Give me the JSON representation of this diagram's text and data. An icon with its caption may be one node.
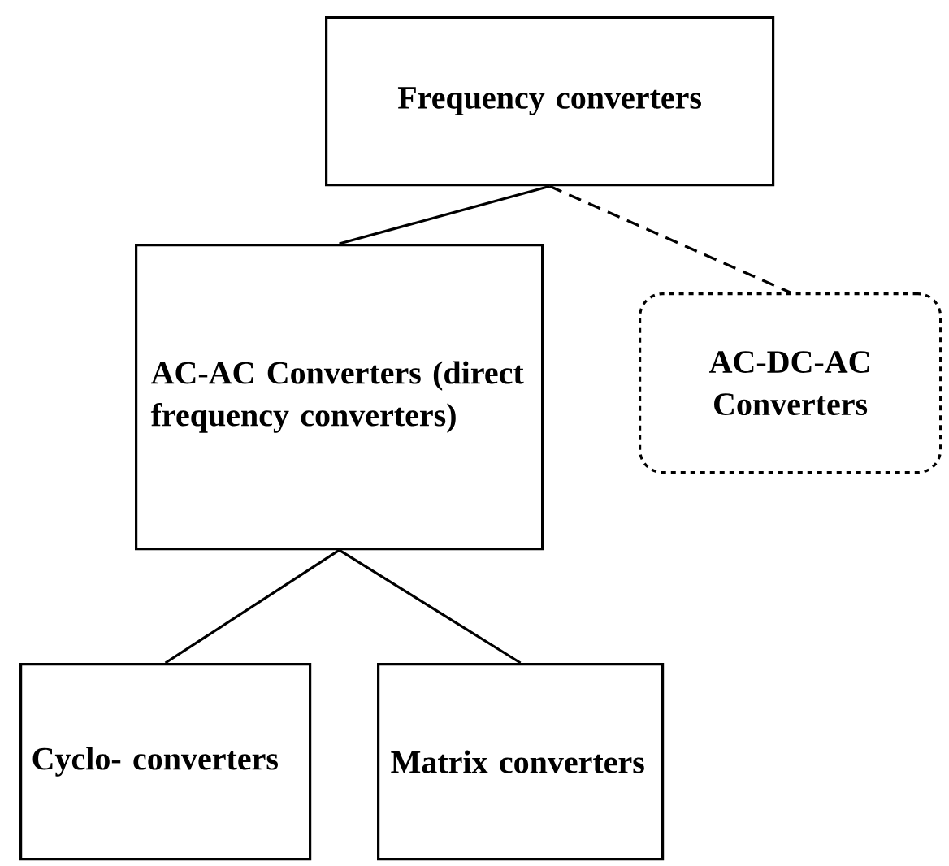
{
  "diagram": {
    "nodes": [
      {
        "text": [
          "Frequency converters"
        ]
      },
      {
        "text": [
          "AC-AC Converters (direct frequency converters)"
        ]
      },
      {
        "text": [
          "AC-DC-AC Converters"
        ]
      },
      {
        "text": [
          "Cyclo- converters"
        ]
      },
      {
        "text": [
          "Matrix converters"
        ]
      }
    ],
    "edges": [
      {
        "from": 0,
        "to": 1,
        "arrow": "none"
      },
      {
        "from": 0,
        "to": 2,
        "arrow": "none",
        "style": "dashed"
      },
      {
        "from": 1,
        "to": 3,
        "arrow": "none"
      },
      {
        "from": 1,
        "to": 4,
        "arrow": "none"
      }
    ]
  }
}
